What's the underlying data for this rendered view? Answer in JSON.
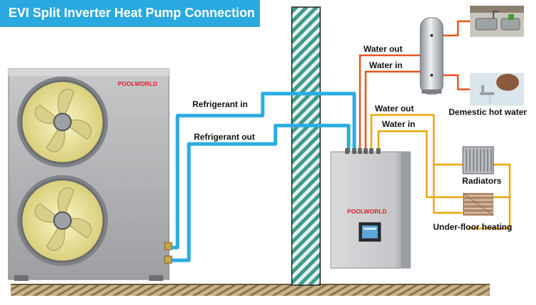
{
  "title": "EVI Split Inverter Heat Pump Connection",
  "brand": "POOLWORLD",
  "labels": {
    "refrigerant_in": "Refrigerant in",
    "refrigerant_out": "Refrigerant out",
    "tank_water_out": "Water out",
    "tank_water_in": "Water in",
    "heating_water_out": "Water out",
    "heating_water_in": "Water in",
    "domestic_hot_water": "Demestic hot water",
    "radiators": "Radiators",
    "under_floor_heating": "Under-floor heating"
  },
  "colors": {
    "banner": "#2aa8e0",
    "refrigerant_pipe": "#29abe2",
    "tank_pipe": "#e8531f",
    "heating_pipe": "#f0a500",
    "wall_hatch": "#3c9a8c"
  }
}
